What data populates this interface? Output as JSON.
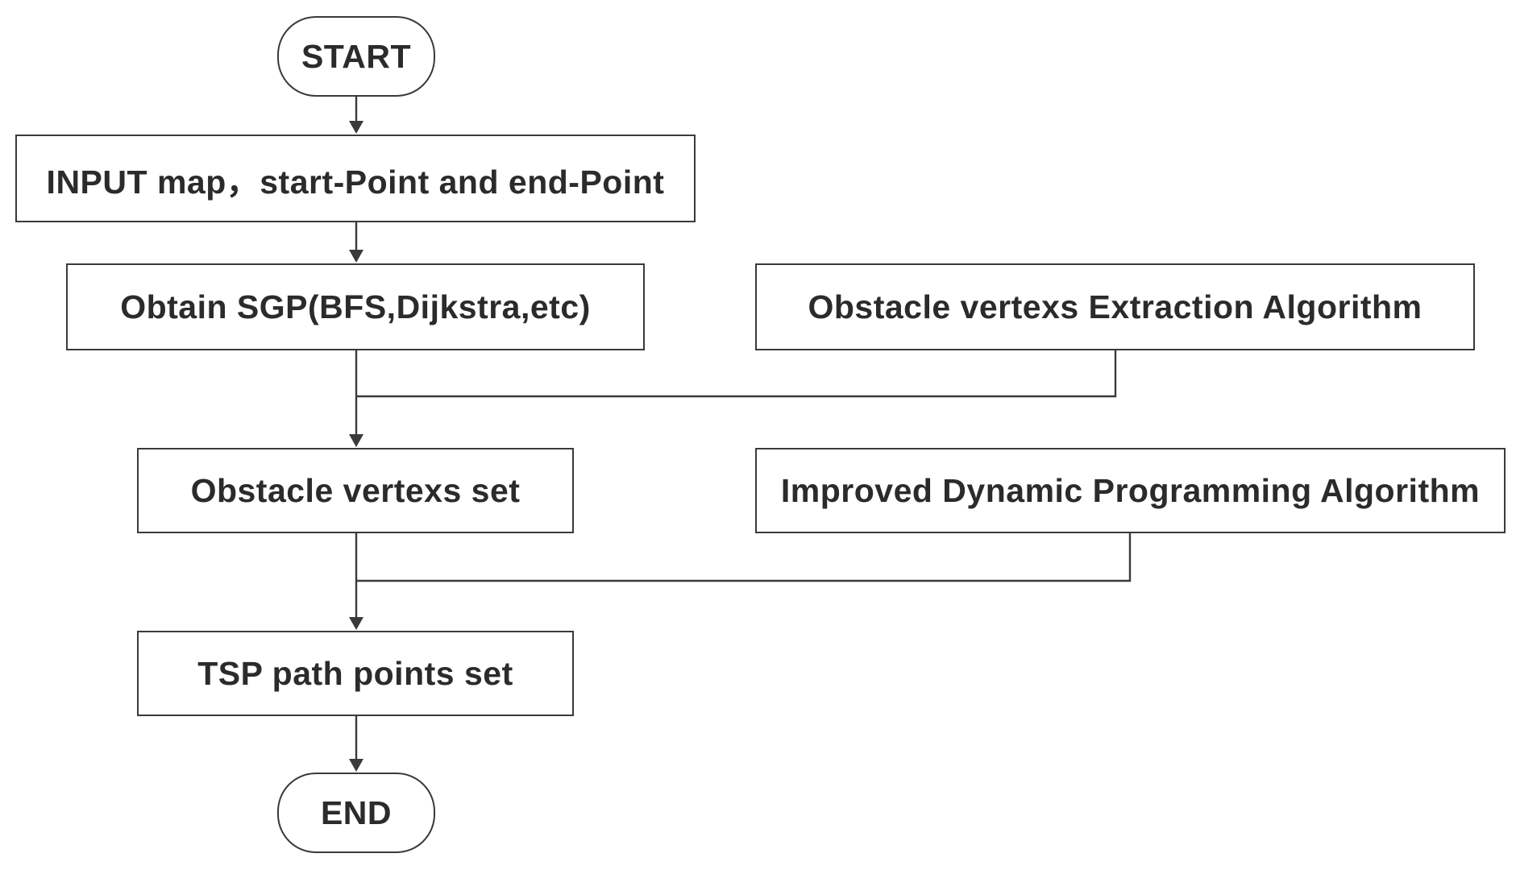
{
  "diagram": {
    "nodes": {
      "start": "START",
      "input": "INPUT  map，start-Point and end-Point",
      "obtain_sgp": "Obtain SGP(BFS,Dijkstra,etc)",
      "obstacle_extraction": "Obstacle vertexs Extraction Algorithm",
      "obstacle_set": "Obstacle vertexs set",
      "improved_dp": "Improved Dynamic Programming Algorithm",
      "tsp_set": "TSP path points set",
      "end": "END"
    },
    "edges": [
      {
        "from": "start",
        "to": "input"
      },
      {
        "from": "input",
        "to": "obtain_sgp"
      },
      {
        "from": "obtain_sgp",
        "to": "obstacle_set"
      },
      {
        "from": "obstacle_extraction",
        "to": "obstacle_set"
      },
      {
        "from": "obstacle_set",
        "to": "tsp_set"
      },
      {
        "from": "improved_dp",
        "to": "tsp_set"
      },
      {
        "from": "tsp_set",
        "to": "end"
      }
    ],
    "colors": {
      "stroke": "#3a3a3a",
      "text": "#2b2b2b",
      "background": "#ffffff"
    }
  }
}
